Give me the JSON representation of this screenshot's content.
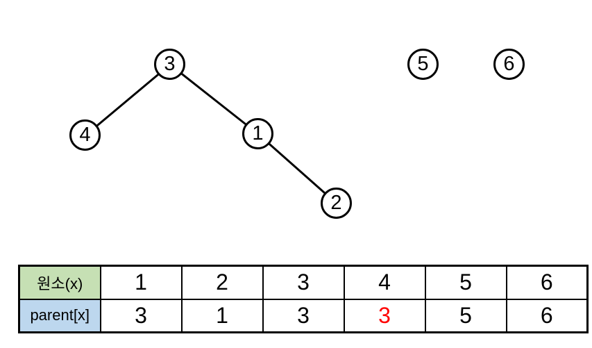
{
  "tree": {
    "nodes": [
      {
        "label": "3"
      },
      {
        "label": "4"
      },
      {
        "label": "1"
      },
      {
        "label": "2"
      },
      {
        "label": "5"
      },
      {
        "label": "6"
      }
    ],
    "edges": [
      {
        "from": "3",
        "to": "4"
      },
      {
        "from": "3",
        "to": "1"
      },
      {
        "from": "1",
        "to": "2"
      }
    ]
  },
  "table": {
    "element_row": {
      "label": "원소(x)",
      "values": [
        "1",
        "2",
        "3",
        "4",
        "5",
        "6"
      ]
    },
    "parent_row": {
      "label": "parent[x]",
      "values": [
        "3",
        "1",
        "3",
        "3",
        "5",
        "6"
      ],
      "highlight_index": 3
    }
  },
  "colors": {
    "element_header_bg": "#c6e0b4",
    "parent_header_bg": "#bdd7ee",
    "highlight_text": "#ff0000",
    "node_stroke": "#000000",
    "edge_stroke": "#000000"
  }
}
